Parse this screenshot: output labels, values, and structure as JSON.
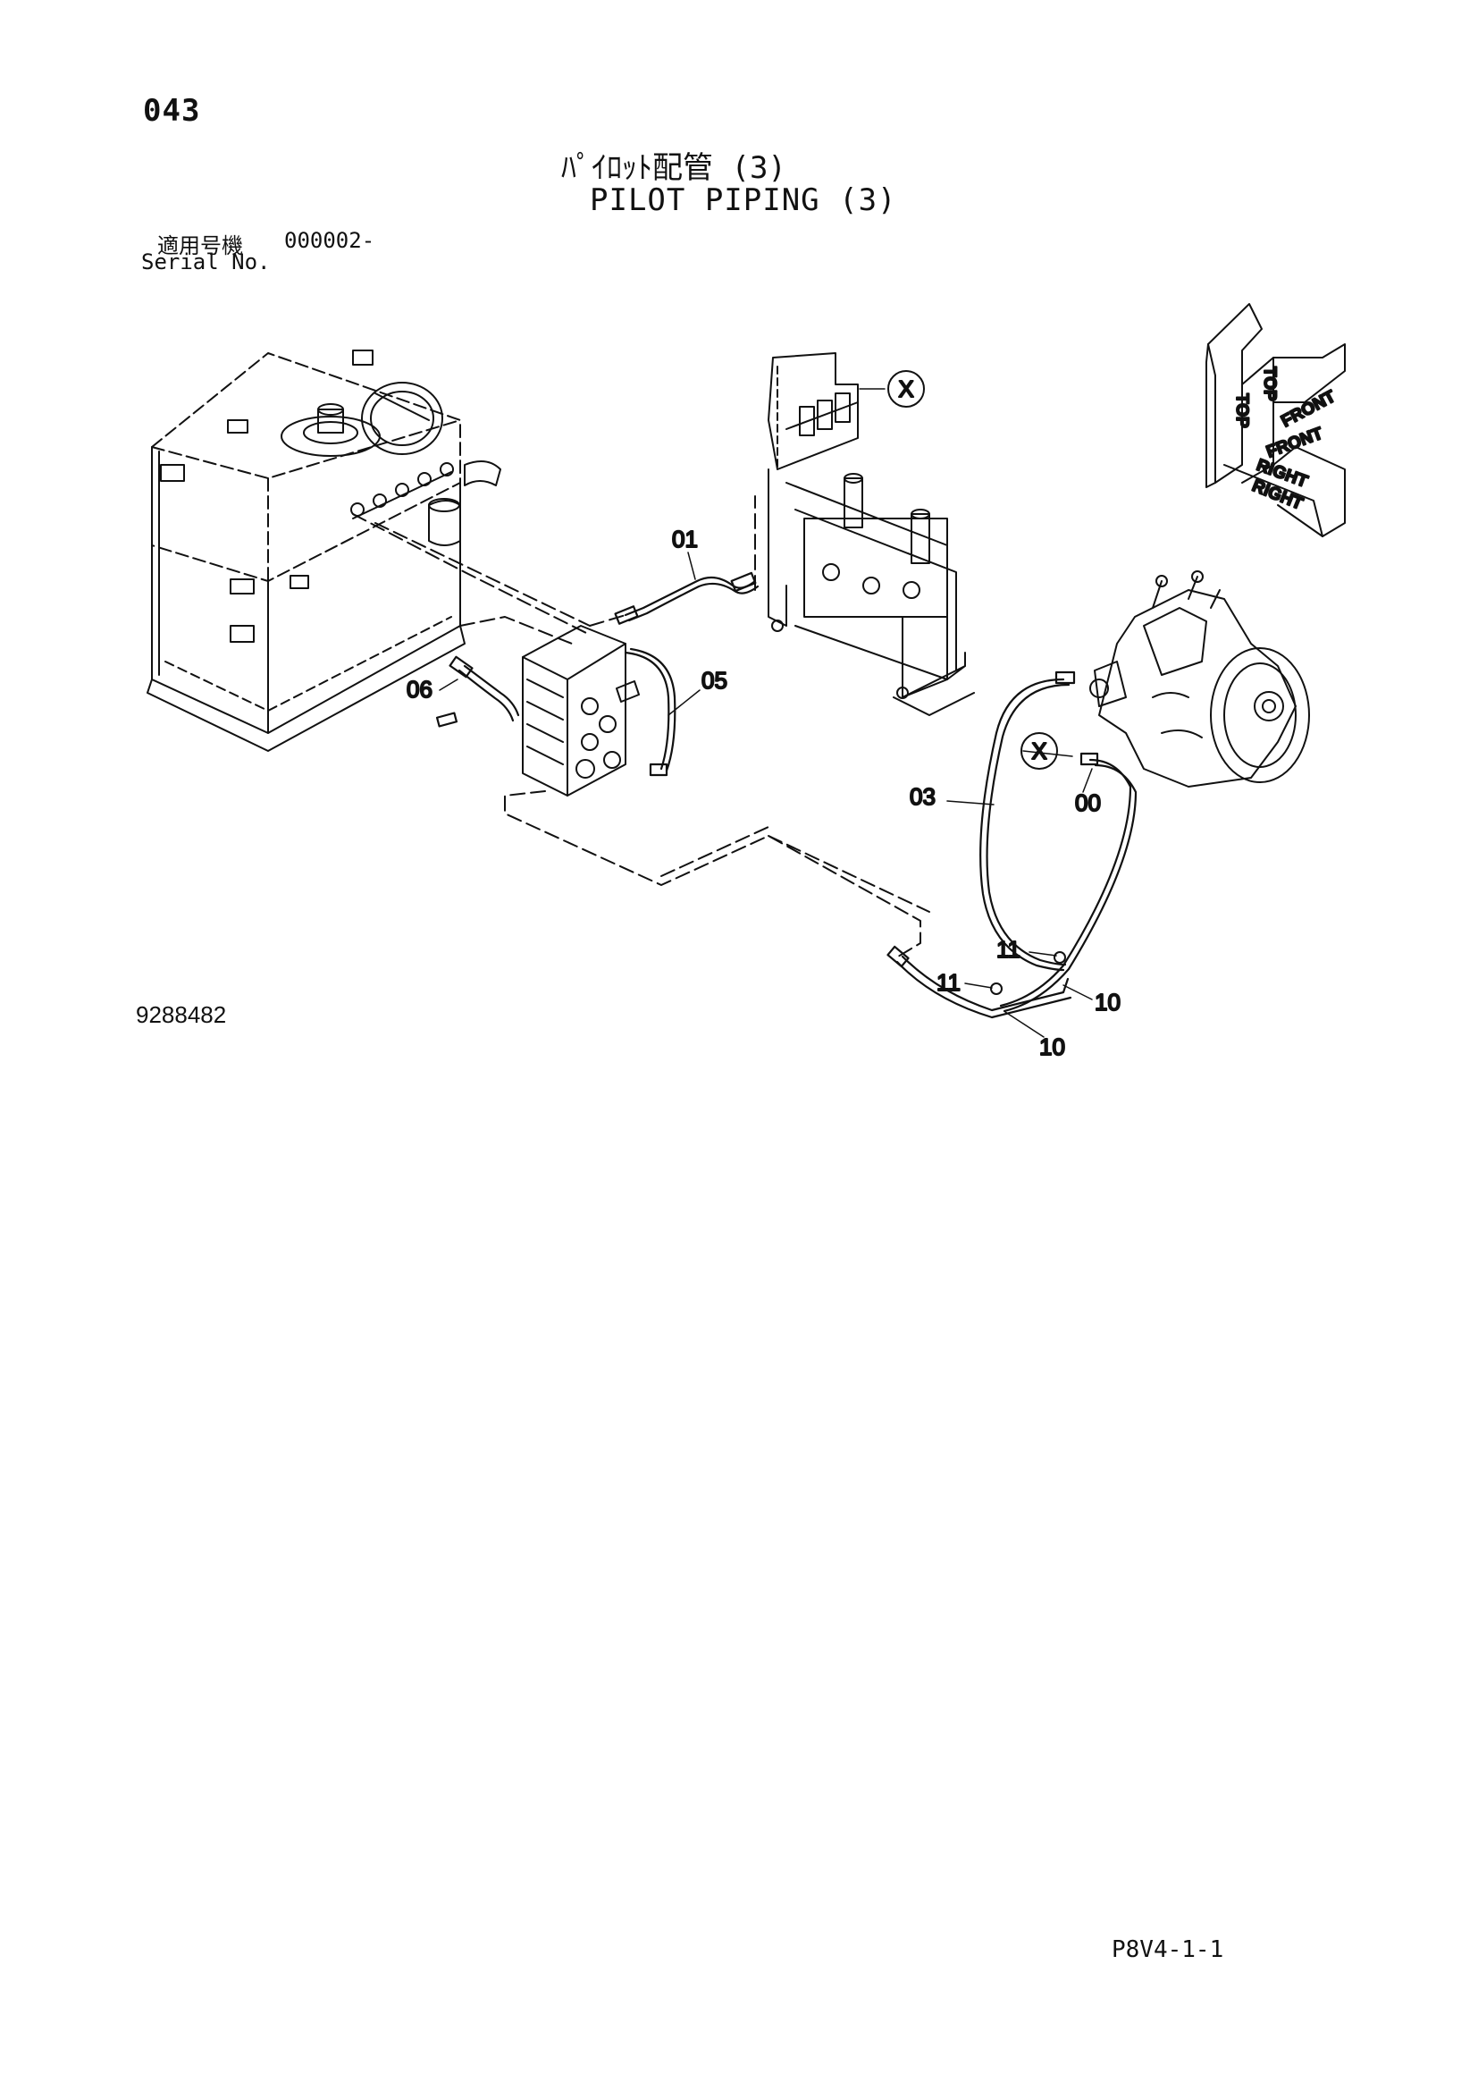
{
  "header": {
    "page_no": "043",
    "title_jp": "ﾊﾟｲﾛｯﾄ配管 (3)",
    "title_en": "PILOT PIPING (3)",
    "serial_jp": "適用号機",
    "serial_value": "000002-",
    "serial_en": "Serial No."
  },
  "drawing_no": "9288482",
  "sheet_code": "P8V4-1-1",
  "orientation": {
    "top": "TOP",
    "front": "FRONT",
    "right": "RIGHT"
  },
  "callouts": {
    "c00": "00",
    "c01": "01",
    "c03": "03",
    "c05": "05",
    "c06": "06",
    "c10a": "10",
    "c10b": "10",
    "c11a": "11",
    "c11b": "11",
    "ref_mark_1": "X",
    "ref_mark_2": "X"
  }
}
